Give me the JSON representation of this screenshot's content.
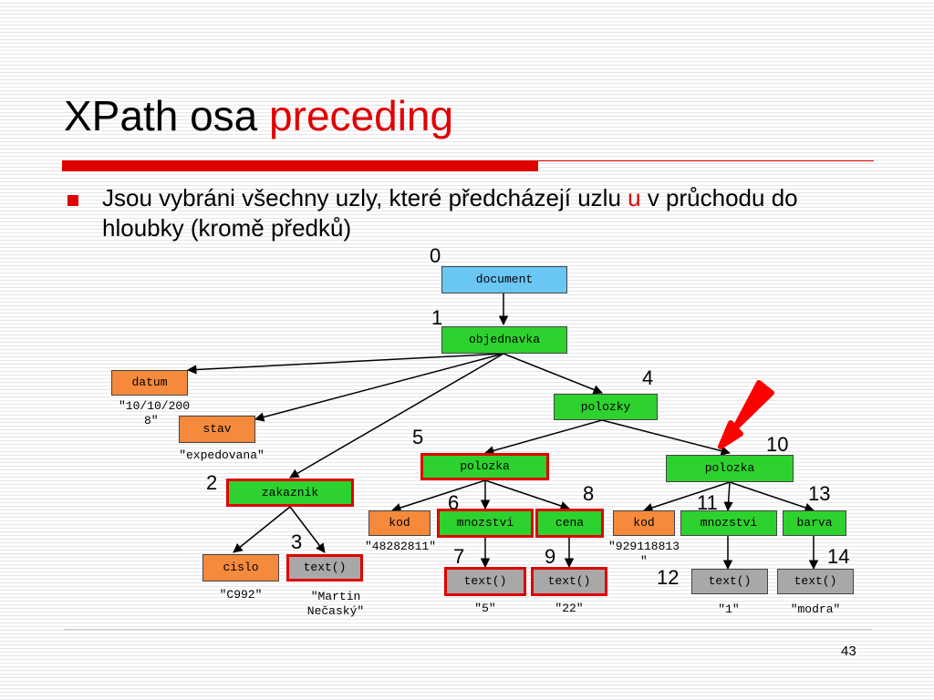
{
  "slide": {
    "title_plain": "XPath osa ",
    "title_accent": "preceding",
    "bullet_before": "Jsou vybráni všechny uzly, které předcházejí uzlu ",
    "bullet_u": "u",
    "bullet_after": " v průchodu do hloubky (kromě předků)",
    "page_number": "43"
  },
  "colors": {
    "accent": "#e00000",
    "document_node": "#6ac6f2",
    "element_node": "#2ed22e",
    "preceding_node": "#f58a3c",
    "text_node": "#a8a8a8"
  },
  "nodes": {
    "document": "document",
    "objednavka": "objednavka",
    "datum": "datum",
    "stav": "stav",
    "zakaznik": "zakaznik",
    "cislo": "cislo",
    "text_zakaznik": "text()",
    "polozky": "polozky",
    "polozka1": "polozka",
    "kod1": "kod",
    "mnozstvi1": "mnozstvi",
    "cena": "cena",
    "text_mnozstvi1": "text()",
    "text_cena": "text()",
    "polozka2": "polozka",
    "kod2": "kod",
    "mnozstvi2": "mnozstvi",
    "barva": "barva",
    "text_mnozstvi2": "text()",
    "text_barva": "text()"
  },
  "numbers": {
    "n0": "0",
    "n1": "1",
    "n2": "2",
    "n3": "3",
    "n4": "4",
    "n5": "5",
    "n6": "6",
    "n7": "7",
    "n8": "8",
    "n9": "9",
    "n10": "10",
    "n11": "11",
    "n12": "12",
    "n13": "13",
    "n14": "14"
  },
  "values": {
    "datum_line1": "\"10/10/200",
    "datum_line2": "8\"",
    "stav": "\"expedovana\"",
    "cislo": "\"C992\"",
    "zakaznik_line1": "\"Martin",
    "zakaznik_line2": "Nečaský\"",
    "kod1": "\"48282811\"",
    "kod2_line1": "\"929118813",
    "kod2_line2": "\"",
    "mnozstvi1": "\"5\"",
    "cena": "\"22\"",
    "mnozstvi2": "\"1\"",
    "barva": "\"modra\""
  }
}
